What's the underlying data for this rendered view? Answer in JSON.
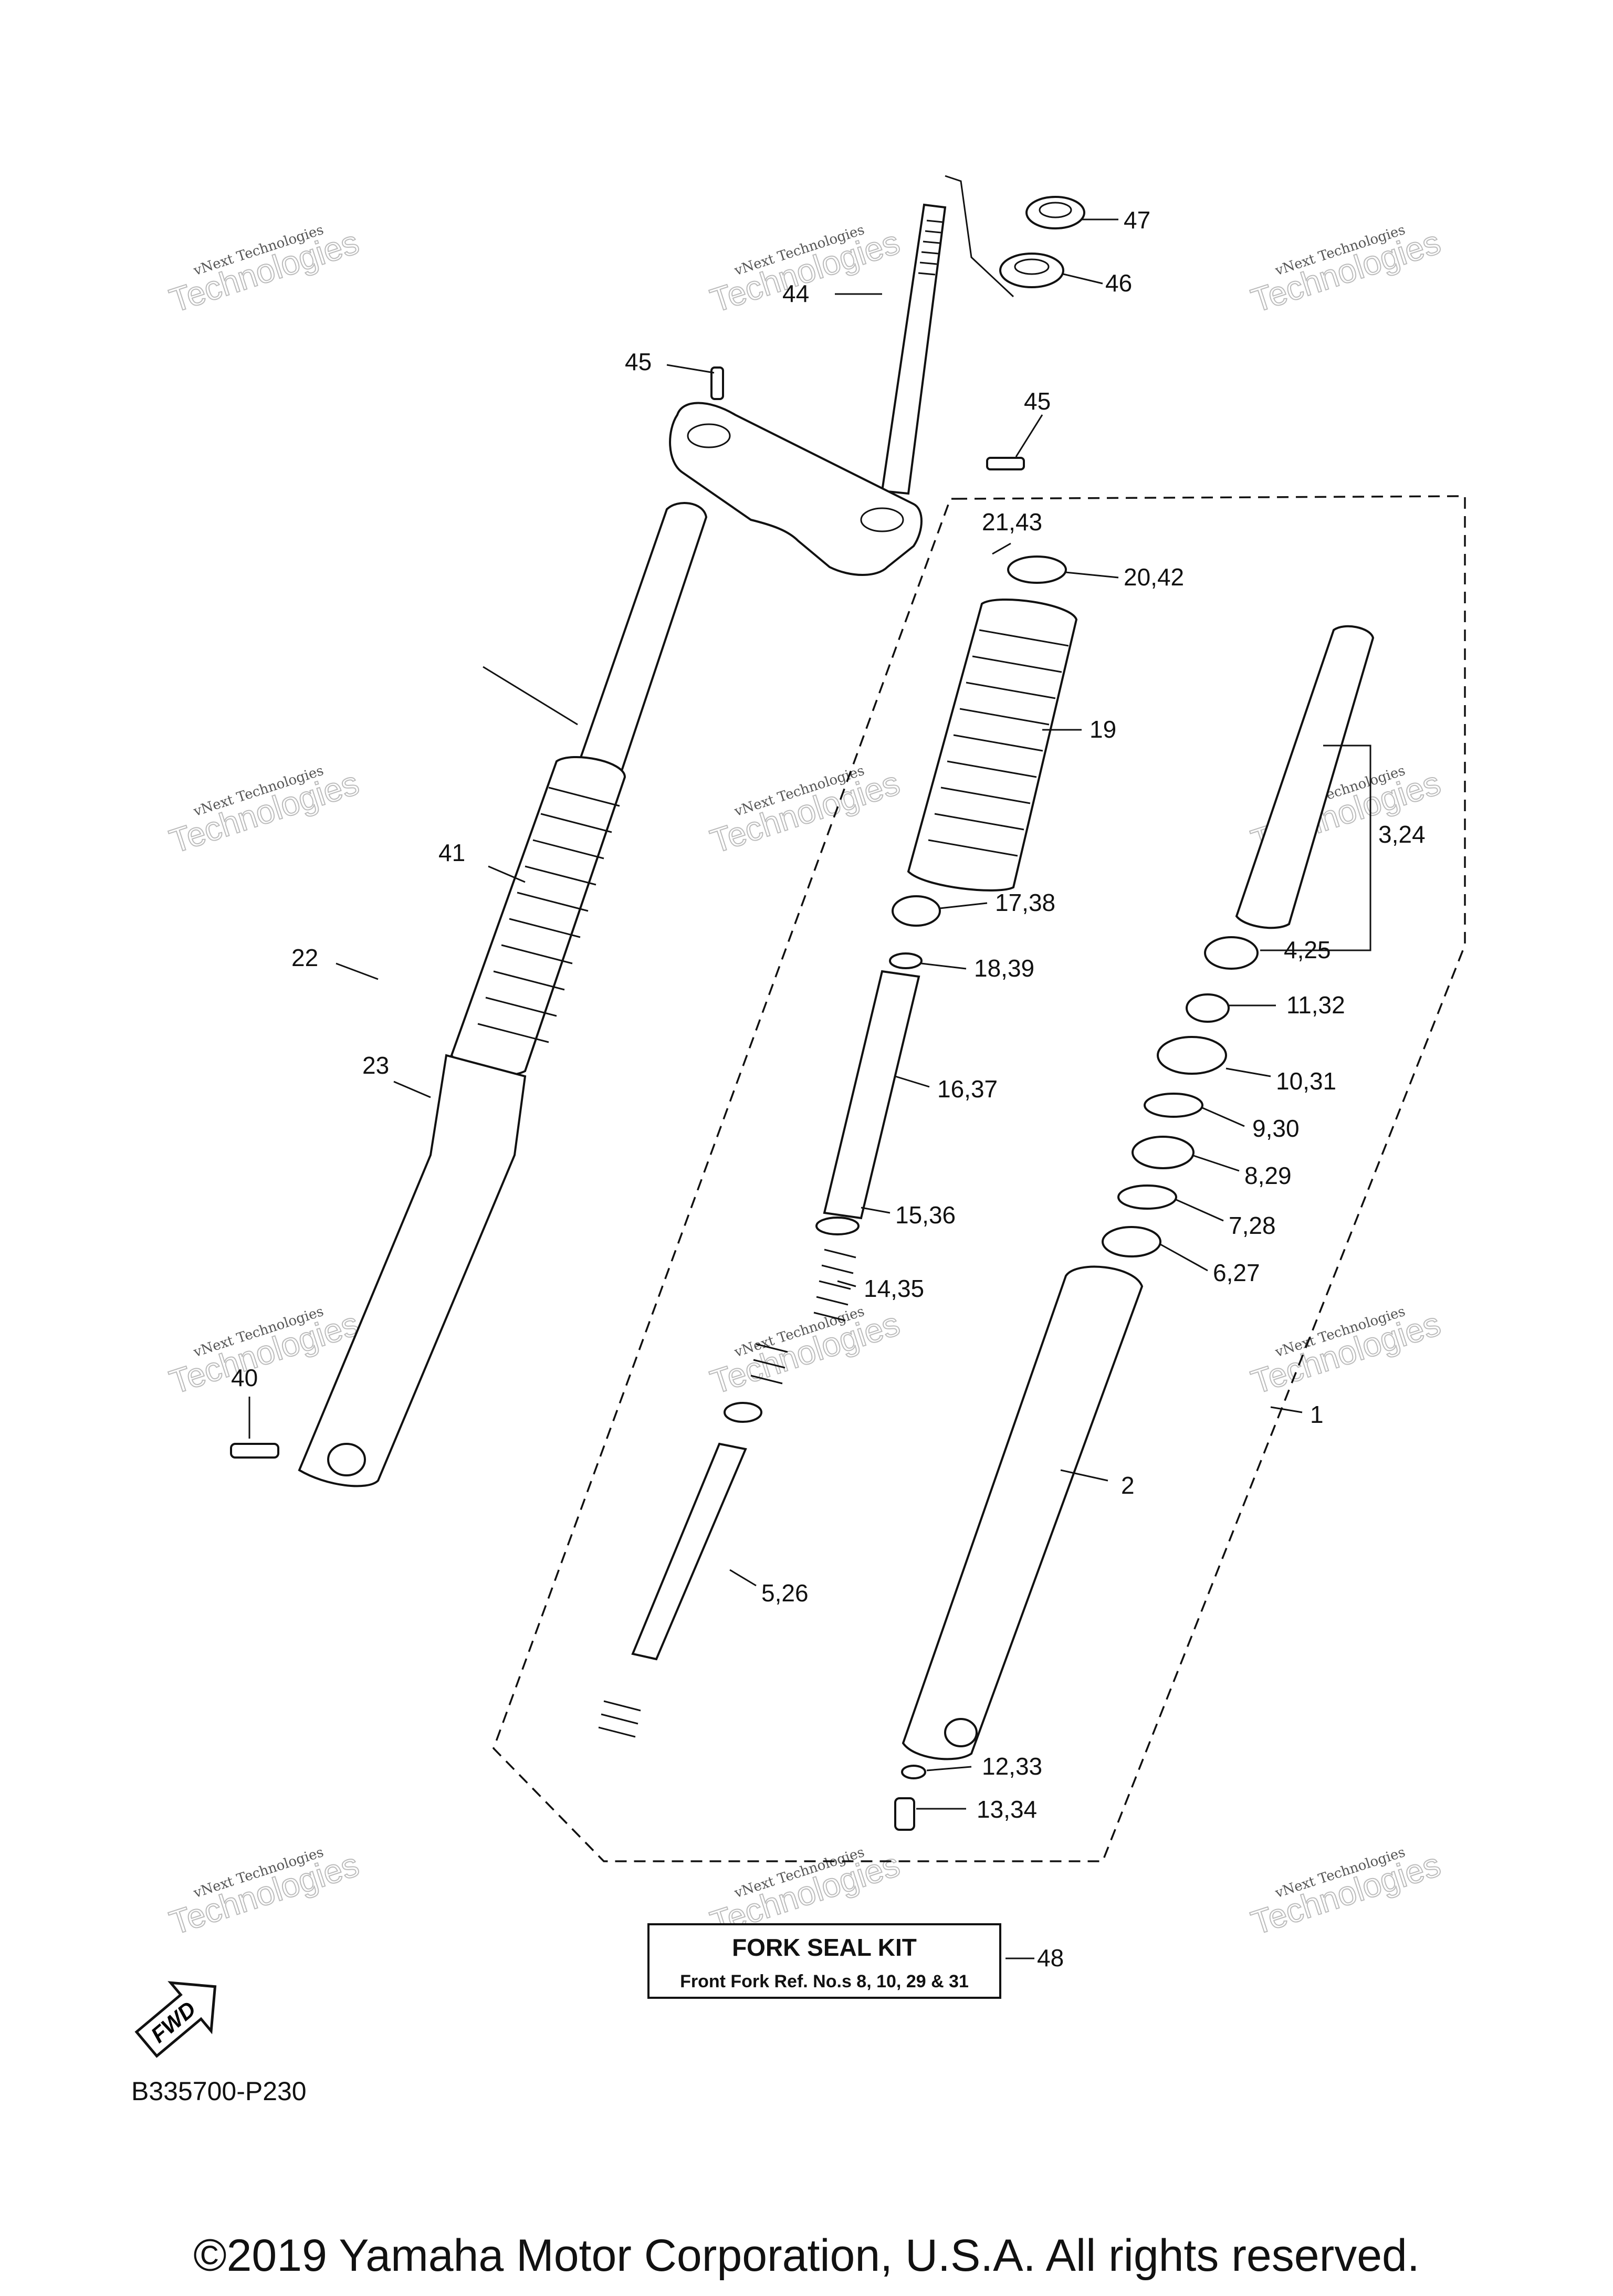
{
  "diagram_code": "B335700-P230",
  "copyright": "©2019 Yamaha Motor Corporation, U.S.A. All rights reserved.",
  "watermark": {
    "line1": "vNext Technologies",
    "line2": "Technologies"
  },
  "fwd_label": "FWD",
  "kit": {
    "title": "FORK  SEAL  KIT",
    "subtitle": "Front Fork  Ref. No.s  8, 10, 29 & 31",
    "ref": "48"
  },
  "callouts": {
    "c47": "47",
    "c46": "46",
    "c44": "44",
    "c45a": "45",
    "c45b": "45",
    "c21_43": "21,43",
    "c20_42": "20,42",
    "c19": "19",
    "c17_38": "17,38",
    "c18_39": "18,39",
    "c16_37": "16,37",
    "c15_36": "15,36",
    "c14_35": "14,35",
    "c5_26": "5,26",
    "c3_24": "3,24",
    "c4_25": "4,25",
    "c11_32": "11,32",
    "c10_31": "10,31",
    "c9_30": "9,30",
    "c8_29": "8,29",
    "c7_28": "7,28",
    "c6_27": "6,27",
    "c1": "1",
    "c2": "2",
    "c12_33": "12,33",
    "c13_34": "13,34",
    "c41": "41",
    "c22": "22",
    "c23": "23",
    "c40": "40"
  }
}
